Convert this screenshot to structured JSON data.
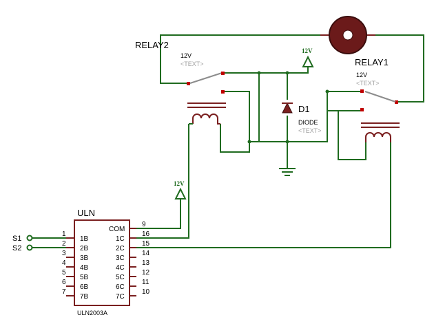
{
  "relay1": {
    "name": "RELAY1",
    "value": "12V",
    "text": "<TEXT>"
  },
  "relay2": {
    "name": "RELAY2",
    "value": "12V",
    "text": "<TEXT>"
  },
  "diode": {
    "ref": "D1",
    "value": "DIODE",
    "text": "<TEXT>"
  },
  "power": {
    "top": "12V",
    "uln": "12V"
  },
  "inputs": {
    "s1": "S1",
    "s2": "S2"
  },
  "uln": {
    "ref": "ULN",
    "part": "ULN2003A",
    "com_label": "COM",
    "com_pin": "9",
    "left_pins": [
      {
        "num": "1",
        "name": "1B"
      },
      {
        "num": "2",
        "name": "2B"
      },
      {
        "num": "3",
        "name": "3B"
      },
      {
        "num": "4",
        "name": "4B"
      },
      {
        "num": "5",
        "name": "5B"
      },
      {
        "num": "6",
        "name": "6B"
      },
      {
        "num": "7",
        "name": "7B"
      }
    ],
    "right_pins": [
      {
        "num": "16",
        "name": "1C"
      },
      {
        "num": "15",
        "name": "2C"
      },
      {
        "num": "14",
        "name": "3C"
      },
      {
        "num": "13",
        "name": "4C"
      },
      {
        "num": "12",
        "name": "5C"
      },
      {
        "num": "11",
        "name": "6C"
      },
      {
        "num": "10",
        "name": "7C"
      }
    ]
  },
  "colors": {
    "wire": "#1f6b1f",
    "component": "#7a1f1f",
    "pin": "#c00000",
    "placeholder": "#a0a0a0"
  }
}
